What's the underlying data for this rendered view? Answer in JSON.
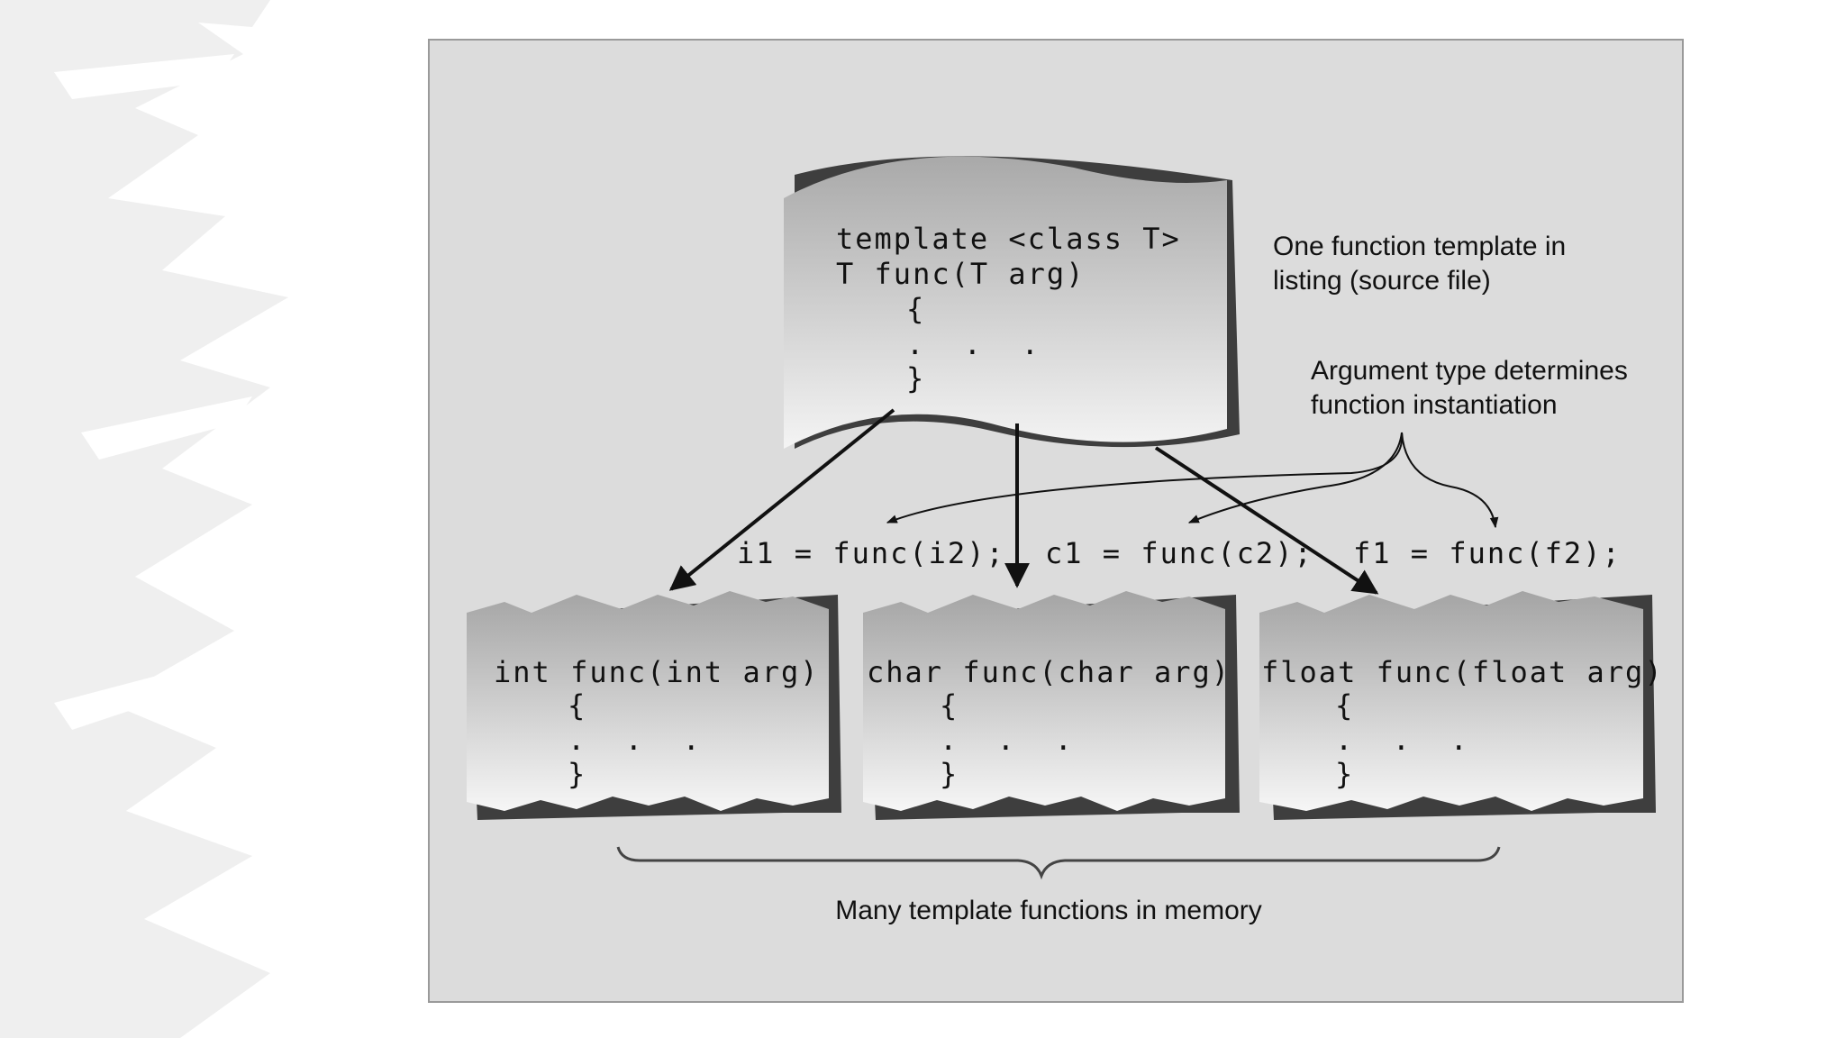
{
  "template_box": {
    "lines": [
      "template <class T>",
      "T func(T arg)",
      "{",
      ".  .  .",
      "}"
    ]
  },
  "labels": {
    "template_caption_line1": "One function template in",
    "template_caption_line2": "listing (source file)",
    "argument_caption_line1": "Argument type determines",
    "argument_caption_line2": "function instantiation",
    "memory_caption": "Many template functions in memory"
  },
  "calls": [
    "i1 = func(i2);",
    "c1 = func(c2);",
    "f1 = func(f2);"
  ],
  "instances": [
    {
      "lines": [
        "int func(int arg)",
        "{",
        ".  .  .",
        "}"
      ]
    },
    {
      "lines": [
        "char func(char arg)",
        "{",
        ".  .  .",
        "}"
      ]
    },
    {
      "lines": [
        "float func(float arg)",
        "{",
        ".  .  .",
        "}"
      ]
    }
  ],
  "colors": {
    "panel_bg": "#dcdcdc",
    "panel_border": "#9a9a9a",
    "shadow": "#3e3e3e",
    "box_top": "#a9a9a9",
    "box_bottom": "#f4f4f4"
  }
}
